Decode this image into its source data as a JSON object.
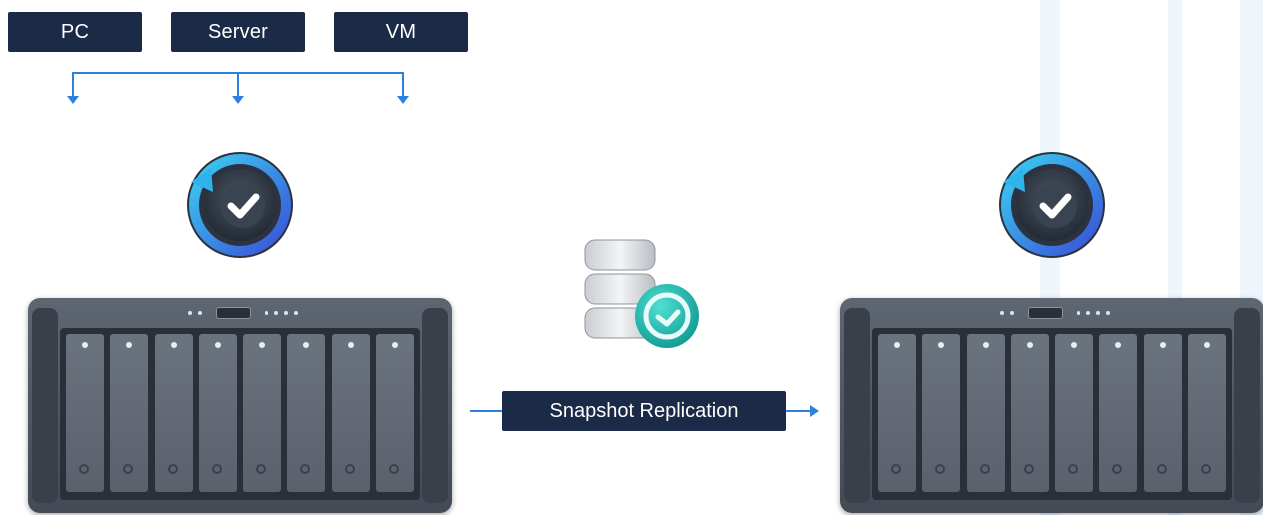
{
  "sources": {
    "items": [
      {
        "label": "PC"
      },
      {
        "label": "Server"
      },
      {
        "label": "VM"
      }
    ]
  },
  "replication": {
    "label": "Snapshot Replication"
  },
  "icons": {
    "backup_icon": "backup-check-icon",
    "snapshot_icon": "database-clock-icon",
    "nas_device": "nas-8-bay-icon"
  },
  "colors": {
    "label_bg": "#1a2a47",
    "flow_blue": "#2d7fe0",
    "nas_body": "#4a515c",
    "teal_badge": "#1bb3a8"
  }
}
